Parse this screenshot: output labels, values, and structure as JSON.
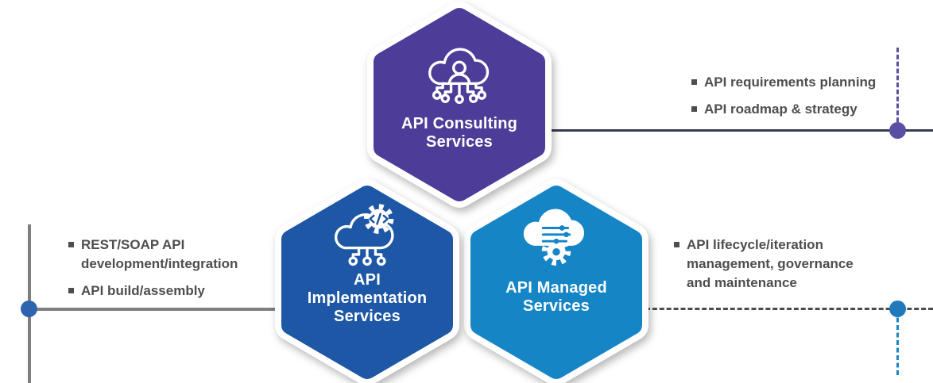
{
  "background": "#ffffff",
  "text_color": "#4e4e4e",
  "hexagons": [
    {
      "name": "api-consulting-services",
      "color": "#4d3c98",
      "title_lines": [
        "API Consulting",
        "Services"
      ],
      "icon": "cloud-user-network-icon"
    },
    {
      "name": "api-implementation-services",
      "color": "#1d57a5",
      "title_lines": [
        "API",
        "Implementation",
        "Services"
      ],
      "icon": "cloud-gear-code-icon"
    },
    {
      "name": "api-managed-services",
      "color": "#1585c6",
      "title_lines": [
        "API Managed",
        "Services"
      ],
      "icon": "cloud-sliders-gear-icon"
    }
  ],
  "annotations": {
    "consulting": {
      "bullets": [
        {
          "lines": {
            "0": "API requirements planning"
          }
        },
        {
          "lines": {
            "0": "API roadmap & strategy"
          }
        }
      ]
    },
    "implementation": {
      "bullets": [
        {
          "lines": {
            "0": "REST/SOAP API",
            "1": "development/integration"
          }
        },
        {
          "lines": {
            "0": "API build/assembly"
          }
        }
      ]
    },
    "managed": {
      "bullets": [
        {
          "lines": {
            "0": "API lifecycle/iteration",
            "1": "management, governance",
            "2": "and maintenance"
          }
        }
      ]
    }
  },
  "connectors": {
    "left": {
      "line_color": "#7f7f7f",
      "dot_color": "#2e63ae"
    },
    "top_right": {
      "line_color": "#383a54",
      "dash_color": "#5b4fa4",
      "dot_color": "#5b4fa4"
    },
    "bottom_right": {
      "line_color": "#4c4c4c",
      "dash_color": "#1a84c6",
      "dot_color": "#1f79bb"
    }
  }
}
